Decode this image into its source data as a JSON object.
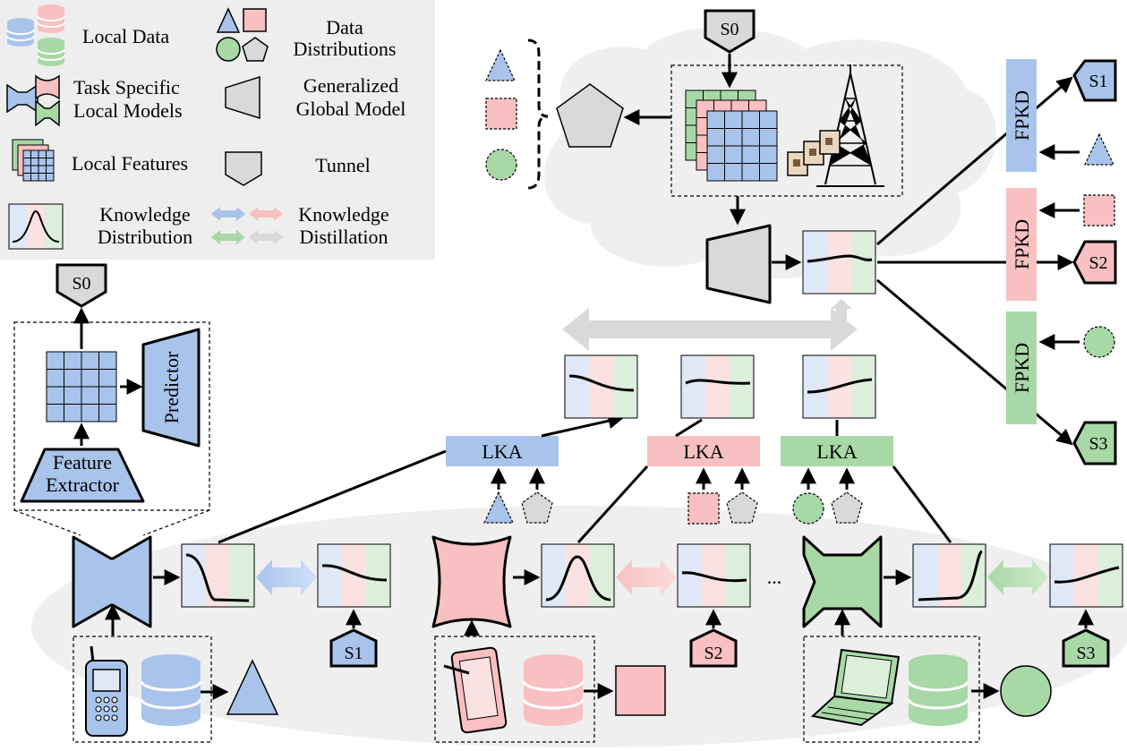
{
  "legend": {
    "local_data": "Local Data",
    "data_distributions": [
      "Data",
      "Distributions"
    ],
    "task_specific_models": [
      "Task Specific",
      "Local Models"
    ],
    "generalized_model": [
      "Generalized",
      "Global Model"
    ],
    "local_features": "Local Features",
    "tunnel": "Tunnel",
    "knowledge_distribution": [
      "Knowledge",
      "Distribution"
    ],
    "knowledge_distillation": [
      "Knowledge",
      "Distillation"
    ]
  },
  "detail": {
    "predictor": "Predictor",
    "feature_extractor": [
      "Feature",
      "Extractor"
    ]
  },
  "tunnels": {
    "s0": "S0",
    "s1": "S1",
    "s2": "S2",
    "s3": "S3"
  },
  "fpkd_label": "FPKD",
  "lka_label": "LKA",
  "ellipsis": "...",
  "colors": {
    "blue": "#a9c4eb",
    "red": "#f8c0c0",
    "green": "#a8d8a6",
    "gray": "#d9d9d9",
    "legend_bg": "#eeeeee",
    "cloud": "#efefef"
  }
}
